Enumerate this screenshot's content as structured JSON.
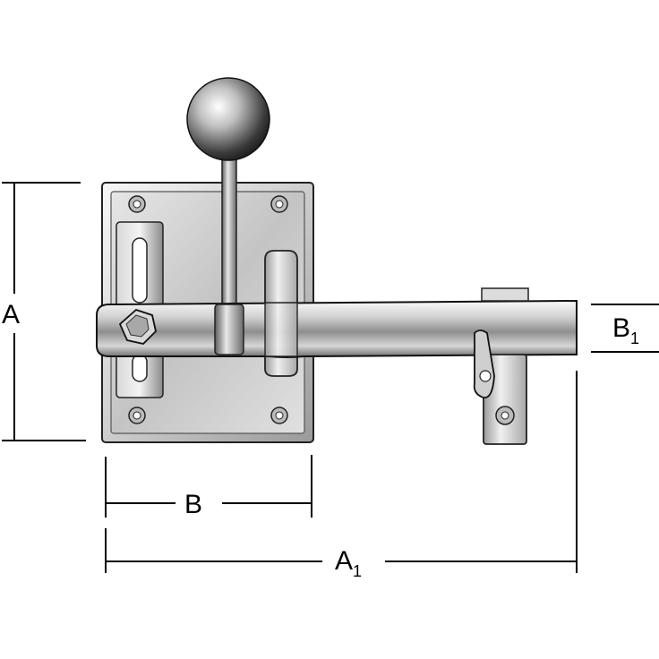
{
  "dimensions": {
    "height": {
      "label": "A"
    },
    "plate_width": {
      "label": "B"
    },
    "overall_length": {
      "label": "A",
      "subscript": "1"
    },
    "bar_height": {
      "label": "B",
      "subscript": "1"
    }
  },
  "colors": {
    "line": "#000000",
    "metal_light": "#f2f2f2",
    "metal_mid": "#bdbdbd",
    "metal_dark": "#5a5a5a",
    "background": "#ffffff"
  }
}
